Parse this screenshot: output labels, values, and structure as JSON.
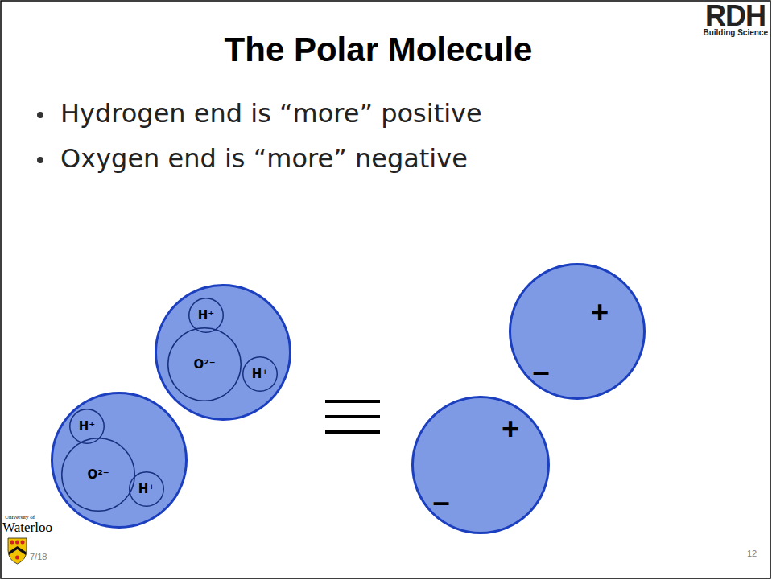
{
  "diagram": {
    "title": "The Polar Molecule",
    "nodes": [
      {
        "text": []
      },
      {
        "text": [
          "H⁺"
        ],
        "in": 0
      },
      {
        "text": [
          "O²⁻"
        ],
        "in": 0
      },
      {
        "text": [
          "H⁺"
        ],
        "in": 0
      },
      {
        "text": []
      },
      {
        "text": [
          "H⁺"
        ],
        "in": 4
      },
      {
        "text": [
          "O²⁻"
        ],
        "in": 4
      },
      {
        "text": [
          "H⁺"
        ],
        "in": 4
      },
      {
        "text": [
          "+",
          "–"
        ]
      },
      {
        "text": [
          "+",
          "–"
        ]
      }
    ],
    "labels": [
      "RDH",
      "Building Science",
      "Hydrogen end is “more” positive",
      "Oxygen end is “more” negative",
      "University of",
      "Waterloo",
      "7/18",
      "12"
    ]
  }
}
